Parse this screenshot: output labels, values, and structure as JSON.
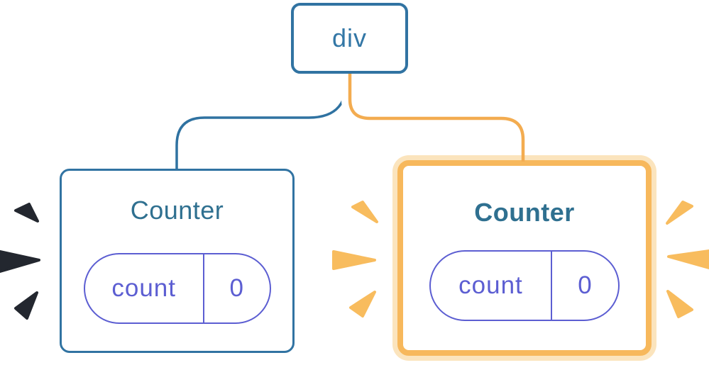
{
  "root_node": {
    "label": "div"
  },
  "nodes": [
    {
      "label": "Counter",
      "pill": {
        "key": "count",
        "value": "0"
      },
      "highlighted": false
    },
    {
      "label": "Counter",
      "pill": {
        "key": "count",
        "value": "0"
      },
      "highlighted": true
    }
  ],
  "colors": {
    "blue_stroke": "#2F72A1",
    "blue_text": "#3377A6",
    "title_text": "#2F7090",
    "indigo": "#5C5ED2",
    "orange_highlight_border": "#F7B85C",
    "orange_highlight_halo": "#FBE4BD",
    "orange_connector": "#F3AC50",
    "orange_burst": "#F8BC5E",
    "dark_burst": "#23272F",
    "card_background": "#FFFFFF"
  }
}
